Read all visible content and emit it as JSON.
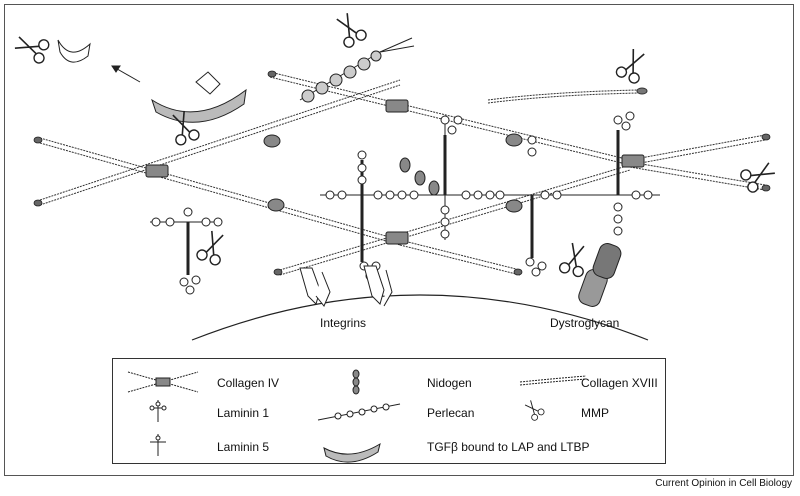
{
  "labels": {
    "integrins": "Integrins",
    "dystroglycan": "Dystroglycan"
  },
  "legend": {
    "collagen_iv": "Collagen IV",
    "laminin_1": "Laminin 1",
    "laminin_5": "Laminin 5",
    "nidogen": "Nidogen",
    "perlecan": "Perlecan",
    "tgfb": "TGFβ bound to LAP and LTBP",
    "collagen_xviii": "Collagen XVIII",
    "mmp": "MMP"
  },
  "credit": "Current Opinion in Cell Biology"
}
